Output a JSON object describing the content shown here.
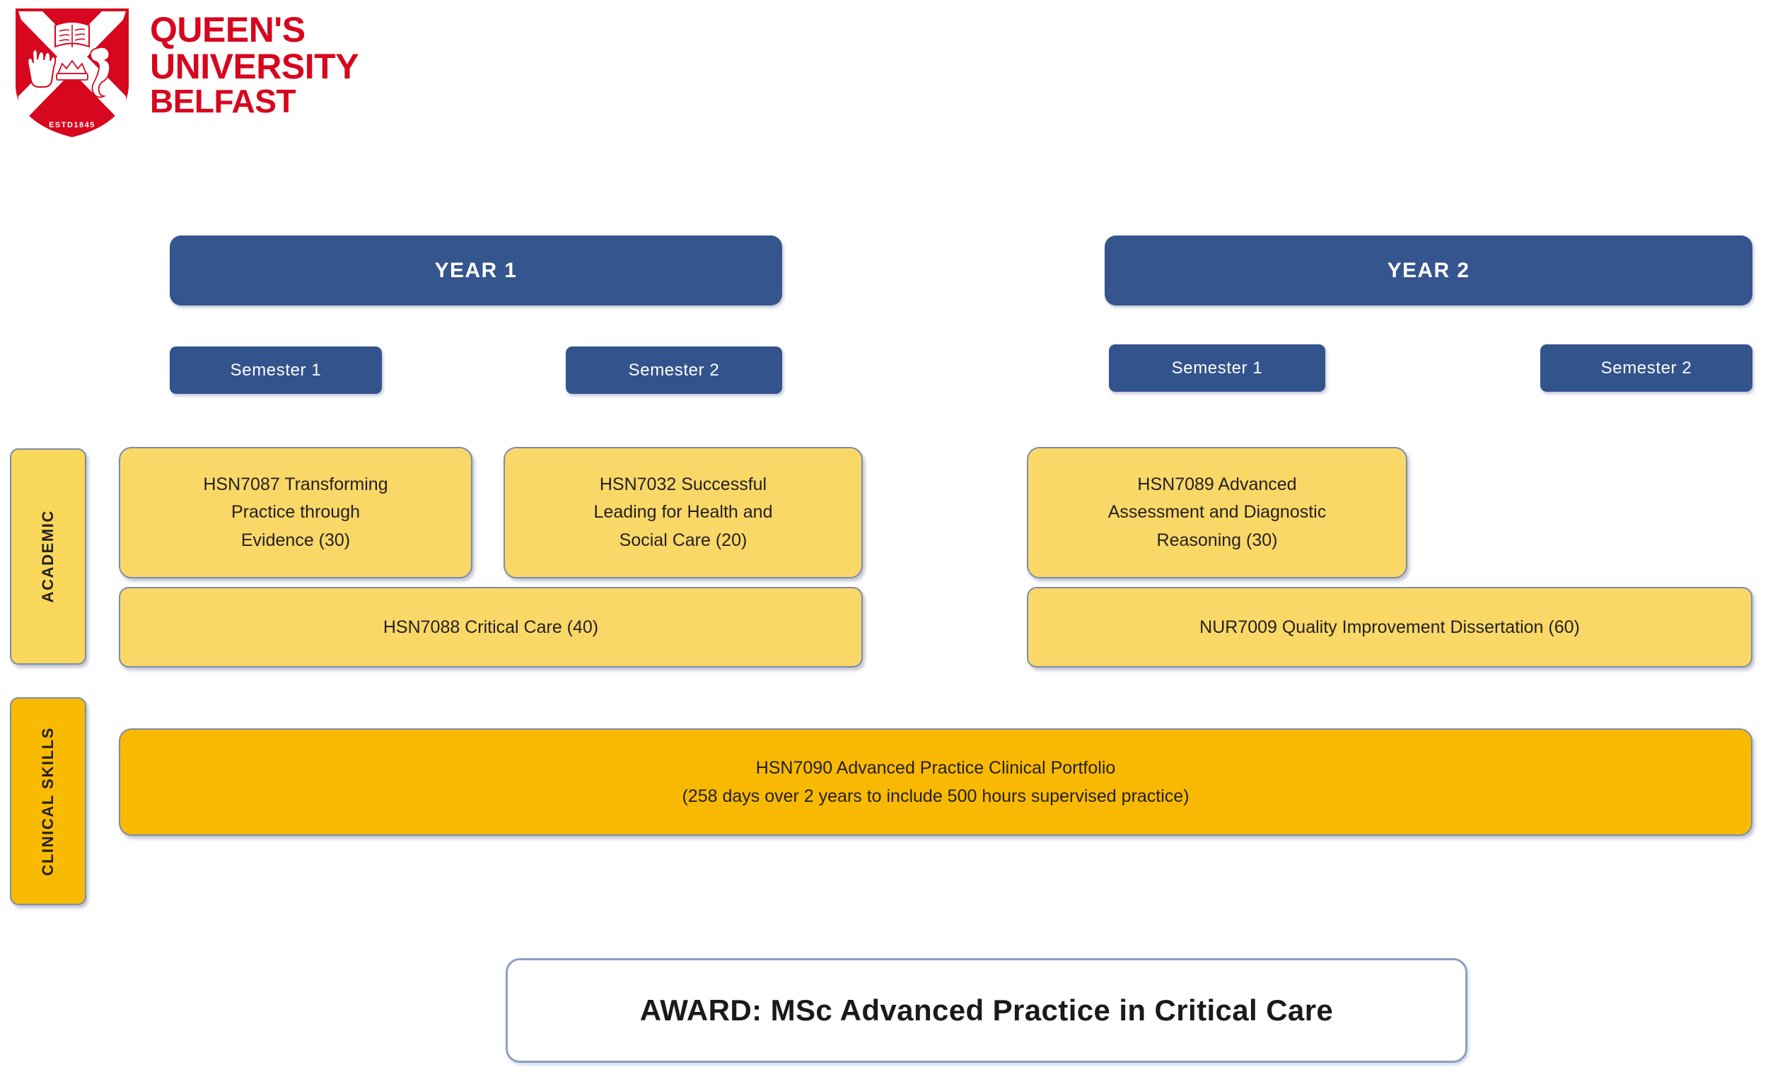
{
  "branding": {
    "logo_icon": "queens-university-belfast-shield-icon",
    "shield_established": "ESTD 1845",
    "wordmark_lines": [
      "QUEEN'S",
      "UNIVERSITY",
      "BELFAST"
    ],
    "brand_color": "#D6071E"
  },
  "colors": {
    "year_bar": "#35558E",
    "semester_bar": "#33538D",
    "module_yellow": "#FAD868",
    "academic_strand": "#F8D75A",
    "clinical_strand": "#F9BA02",
    "portfolio_orange": "#F9B903",
    "node_border": "#7E8CA8",
    "award_border": "#8C9FC8",
    "text_dark": "#231F20"
  },
  "strands": [
    {
      "label": "ACADEMIC"
    },
    {
      "label": "CLINICAL SKILLS"
    }
  ],
  "years": [
    {
      "title": "YEAR 1",
      "semesters": [
        {
          "label": "Semester 1"
        },
        {
          "label": "Semester 2"
        }
      ],
      "modules": [
        {
          "lines": [
            "HSN7087 Transforming",
            "Practice through",
            "Evidence (30)"
          ]
        },
        {
          "lines": [
            "HSN7032 Successful",
            "Leading for Health and",
            "Social Care (20)"
          ]
        }
      ],
      "spanning_module": {
        "label": "HSN7088 Critical Care (40)"
      }
    },
    {
      "title": "YEAR 2",
      "semesters": [
        {
          "label": "Semester 1"
        },
        {
          "label": "Semester 2"
        }
      ],
      "modules": [
        {
          "lines": [
            "HSN7089 Advanced",
            "Assessment and Diagnostic",
            "Reasoning (30)"
          ]
        }
      ],
      "spanning_module": {
        "label": "NUR7009 Quality Improvement Dissertation (60)"
      }
    }
  ],
  "portfolio": {
    "line1": "HSN7090 Advanced Practice Clinical Portfolio",
    "line2": "(258 days over 2 years to include 500 hours supervised practice)"
  },
  "award": {
    "label": "AWARD:  MSc Advanced Practice in Critical Care"
  }
}
